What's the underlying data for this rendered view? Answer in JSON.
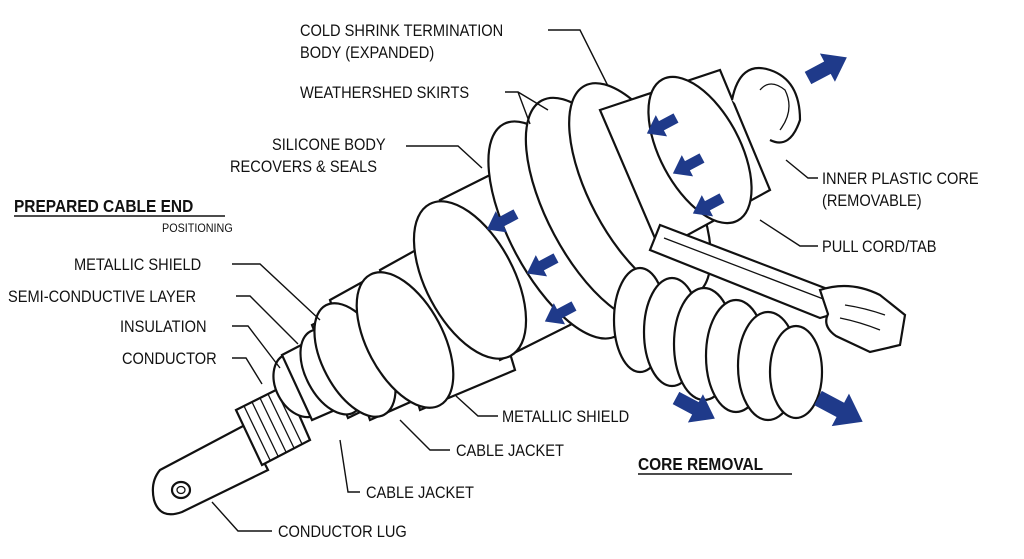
{
  "labels": {
    "cold_shrink_1": "COLD SHRINK TERMINATION",
    "cold_shrink_2": "BODY (EXPANDED)",
    "weathershed": "WEATHERSHED SKIRTS",
    "silicone_1": "SILICONE BODY",
    "silicone_2": "RECOVERS & SEALS",
    "prepared_cable_end": "PREPARED CABLE END",
    "positioning": "POSITIONING",
    "metallic_shield_left": "METALLIC SHIELD",
    "semi_conductive": "SEMI-CONDUCTIVE LAYER",
    "insulation": "INSULATION",
    "conductor": "CONDUCTOR",
    "conductor_lug": "CONDUCTOR LUG",
    "cable_jacket_lower": "CABLE JACKET",
    "cable_jacket_mid": "CABLE JACKET",
    "metallic_shield_right": "METALLIC SHIELD",
    "inner_core_1": "INNER PLASTIC CORE",
    "inner_core_2": "(REMOVABLE)",
    "pull_cord": "PULL CORD/TAB",
    "core_removal": "CORE REMOVAL"
  },
  "colors": {
    "arrow": "#1f3a8a",
    "line": "#111111",
    "background": "#ffffff"
  }
}
